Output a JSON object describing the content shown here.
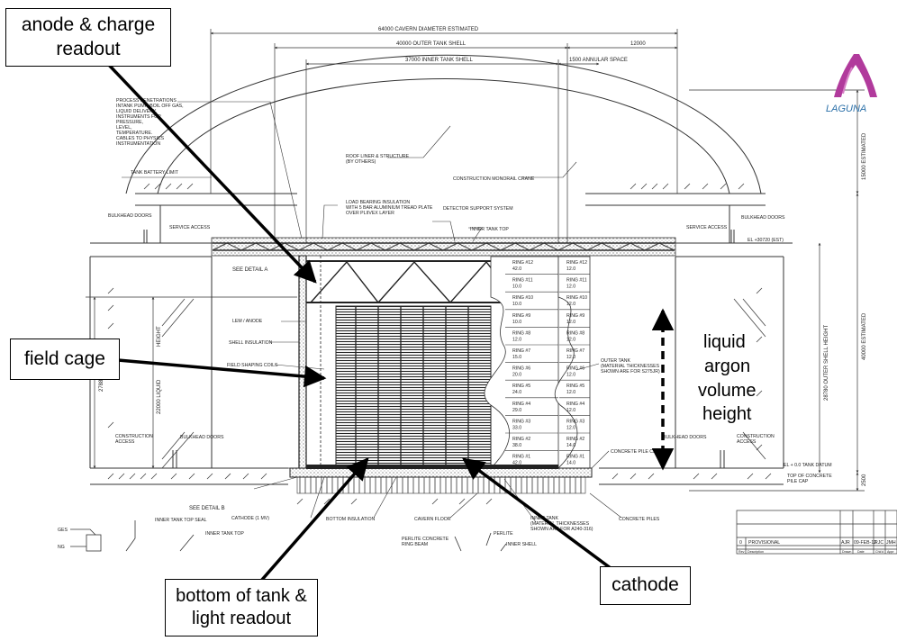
{
  "dims": {
    "cavern": "64000 CAVERN DIAMETER ESTIMATED",
    "outer": "40000 OUTER TANK SHELL",
    "right12": "12000",
    "inner": "37000 INNER TANK SHELL",
    "annular": "1500 ANNULAR SPACE",
    "v15000": "15000 ESTIMATED",
    "v40000": "40000 ESTIMATED",
    "v28780": "28780 OUTER SHELL HEIGHT",
    "v27880": "27880",
    "v22000": "22000 LIQUID",
    "v_height": "HEIGHT",
    "v2500": "2500"
  },
  "labels": {
    "process": [
      "PROCESS PENETRATIONS",
      "INTANK PUMP, BOIL OFF GAS,",
      "LIQUID DELIVERY.",
      "INSTRUMENTS FOR",
      "PRESSURE,",
      "LEVEL,",
      "TEMPERATURE.",
      "CABLES TO PHYSICS",
      "INSTRUMENTATION"
    ],
    "roof": [
      "ROOF LINER & STRUCTURE",
      "(BY OTHERS)"
    ],
    "crane": "CONSTRUCTION MONORAIL CRANE",
    "battery": "TANK BATTERY LIMIT",
    "bulkhead_l": "BULKHEAD DOORS",
    "service_l": "SERVICE ACCESS",
    "loadbearing": [
      "LOAD BEARING INSULATION",
      "WITH 5 BAR ALUMINIUM TREAD PLATE",
      "OVER PLIIVEX LAYER"
    ],
    "detector": "DETECTOR SUPPORT SYSTEM",
    "innertop": "INNER TANK TOP",
    "service_r": "SERVICE ACCESS",
    "bulkhead_r": "BULKHEAD DOORS",
    "el30720": "EL +30720 (EST)",
    "detailA": "SEE DETAIL A",
    "lem": "LEM / ANODE",
    "shell_ins": "SHELL INSULATION",
    "field_coils": "FIELD SHAPING COILS",
    "constr_l": [
      "CONSTRUCTION",
      "ACCESS"
    ],
    "bulkhead_bl": "BULKHEAD DOORS",
    "outer_tank": [
      "OUTER TANK",
      "(MATERIAL THICKNESSES",
      "SHOWN ARE FOR S275JR)"
    ],
    "pilecap": "CONCRETE PILE CAP",
    "bulkhead_br": "BULKHEAD DOORS",
    "constr_r": [
      "CONSTRUCTION",
      "ACCESS"
    ],
    "datum": "EL + 0.0 TANK DATUM",
    "top_pile": [
      "TOP OF CONCRETE",
      "PILE CAP"
    ],
    "detailB": "SEE DETAIL B",
    "cathode_mv": "CATHODE (1 MV)",
    "bottom_ins": "BOTTOM INSULATION",
    "cavern_floor": "CAVERN FLOOR",
    "inner_tank": [
      "INNER TANK",
      "(MATERIAL THICKNESSES",
      "SHOWN ARE FOR A240-316)"
    ],
    "piles": "CONCRETE PILES",
    "ges": "GES",
    "ng": "NG",
    "inner_seal": "INNER TANK TOP SEAL",
    "inner_top2": "INNER TANK TOP",
    "perlite_beam": [
      "PERLITE CONCRETE",
      "RING BEAM"
    ],
    "perlite": "PERLITE",
    "inner_shell": "INNER SHELL",
    "title_row": [
      "0",
      "PROVISIONAL",
      "AJR",
      "09-FEB-12",
      "RJC",
      "JMH"
    ],
    "title_hdr": [
      "Rev",
      "Description",
      "Drawn",
      "Date",
      "Chk'd",
      "Appr"
    ]
  },
  "rings_inner": [
    {
      "name": "RING #12",
      "t": "42.0"
    },
    {
      "name": "RING #11",
      "t": "10.0"
    },
    {
      "name": "RING #10",
      "t": "10.0"
    },
    {
      "name": "RING #9",
      "t": "10.0"
    },
    {
      "name": "RING #8",
      "t": "12.0"
    },
    {
      "name": "RING #7",
      "t": "15.0"
    },
    {
      "name": "RING #6",
      "t": "20.0"
    },
    {
      "name": "RING #5",
      "t": "24.0"
    },
    {
      "name": "RING #4",
      "t": "29.0"
    },
    {
      "name": "RING #3",
      "t": "33.0"
    },
    {
      "name": "RING #2",
      "t": "38.0"
    },
    {
      "name": "RING #1",
      "t": "42.0"
    }
  ],
  "rings_outer": [
    {
      "name": "RING #12",
      "t": "12.0"
    },
    {
      "name": "RING #11",
      "t": "12.0"
    },
    {
      "name": "RING #10",
      "t": "12.0"
    },
    {
      "name": "RING #9",
      "t": "12.0"
    },
    {
      "name": "RING #8",
      "t": "12.0"
    },
    {
      "name": "RING #7",
      "t": "12.0"
    },
    {
      "name": "RING #6",
      "t": "12.0"
    },
    {
      "name": "RING #5",
      "t": "12.0"
    },
    {
      "name": "RING #4",
      "t": "12.0"
    },
    {
      "name": "RING #3",
      "t": "12.0"
    },
    {
      "name": "RING #2",
      "t": "14.0"
    },
    {
      "name": "RING #1",
      "t": "14.0"
    }
  ],
  "callouts": {
    "anode": [
      "anode & charge",
      "readout"
    ],
    "fieldcage": "field cage",
    "lar": [
      "liquid",
      "argon",
      "volume",
      "height"
    ],
    "bottom": [
      "bottom of tank &",
      "light readout"
    ],
    "cathode": "cathode"
  },
  "logo": "LAGUNA"
}
